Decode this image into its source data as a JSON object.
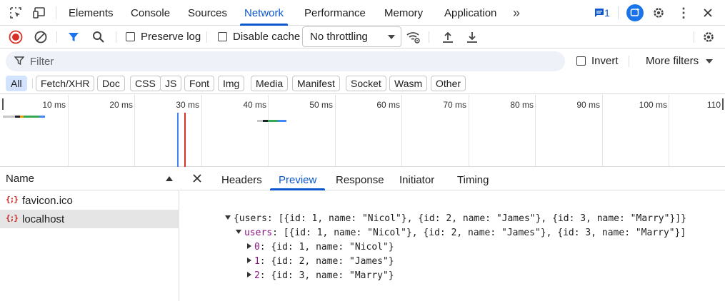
{
  "tabs": [
    {
      "label": "Elements"
    },
    {
      "label": "Console"
    },
    {
      "label": "Sources"
    },
    {
      "label": "Network"
    },
    {
      "label": "Performance"
    },
    {
      "label": "Memory"
    },
    {
      "label": "Application"
    }
  ],
  "issues_count": "1",
  "toolbar": {
    "preserve_log_label": "Preserve log",
    "disable_cache_label": "Disable cache",
    "throttling_value": "No throttling"
  },
  "filter": {
    "placeholder": "Filter",
    "invert_label": "Invert",
    "more_filters_label": "More filters"
  },
  "type_filters": [
    "All",
    "Fetch/XHR",
    "Doc",
    "CSS",
    "JS",
    "Font",
    "Img",
    "Media",
    "Manifest",
    "Socket",
    "Wasm",
    "Other"
  ],
  "overview": {
    "ticks": [
      "10 ms",
      "20 ms",
      "30 ms",
      "40 ms",
      "50 ms",
      "60 ms",
      "70 ms",
      "80 ms",
      "90 ms",
      "100 ms",
      "110"
    ]
  },
  "requests": {
    "column_header": "Name",
    "items": [
      {
        "icon": "{;}",
        "name": "favicon.ico"
      },
      {
        "icon": "{;}",
        "name": "localhost"
      }
    ]
  },
  "detail": {
    "tabs": [
      "Headers",
      "Preview",
      "Response",
      "Initiator",
      "Timing"
    ],
    "preview": {
      "root": "{users: [{id: 1, name: \"Nicol\"}, {id: 2, name: \"James\"}, {id: 3, name: \"Marry\"}]}",
      "users_key": "users",
      "users_value": ": [{id: 1, name: \"Nicol\"}, {id: 2, name: \"James\"}, {id: 3, name: \"Marry\"}]",
      "items": [
        {
          "key": "0",
          "value": ": {id: 1, name: \"Nicol\"}"
        },
        {
          "key": "1",
          "value": ": {id: 2, name: \"James\"}"
        },
        {
          "key": "2",
          "value": ": {id: 3, name: \"Marry\"}"
        }
      ]
    }
  }
}
